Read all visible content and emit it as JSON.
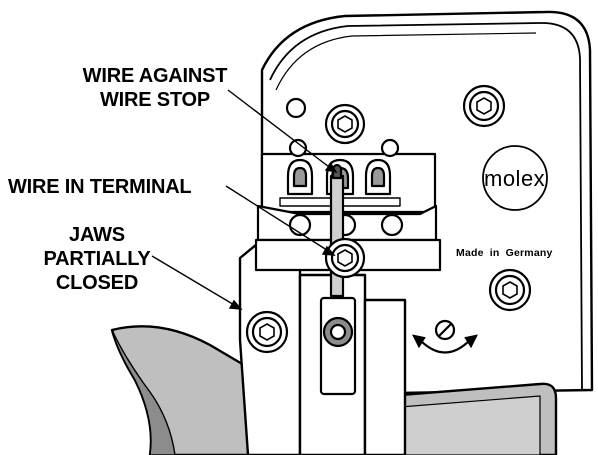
{
  "callouts": {
    "wire_stop": [
      "WIRE AGAINST",
      "WIRE STOP"
    ],
    "wire_terminal": "WIRE IN TERMINAL",
    "jaws": [
      "JAWS",
      "PARTIALLY",
      "CLOSED"
    ]
  },
  "branding": {
    "logo": "molex",
    "origin": "Made in Germany"
  },
  "colors": {
    "outline": "#000000",
    "body": "#ffffff",
    "handle_grip": "#bfbfbf",
    "handle_shadow": "#8c8c8c"
  }
}
